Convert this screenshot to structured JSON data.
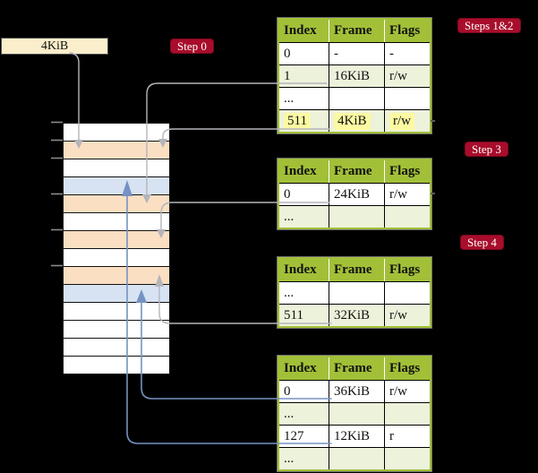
{
  "size_box": {
    "label": "4KiB"
  },
  "badges": {
    "step0": "Step 0",
    "steps12": "Steps 1&2",
    "step3": "Step 3",
    "step4": "Step 4"
  },
  "memory": {
    "rows": [
      "white",
      "orange",
      "white",
      "blue",
      "orange",
      "white",
      "orange",
      "white",
      "orange",
      "blue",
      "white",
      "white",
      "white",
      "white"
    ]
  },
  "colors": {
    "background": "#000000",
    "badge_red": "#A80D2B",
    "header_green": "#A2C037",
    "row_light_green": "#EDF2DB",
    "frame_orange": "#FBDFC2",
    "frame_blue": "#D7E3F2",
    "size_box_cream": "#FBEECB",
    "yellow_highlight": "#FCF9A2",
    "gray_arrow": "#B5B5BC",
    "blue_arrow": "#7592C2"
  },
  "tables": [
    {
      "name": "table-steps-1-2",
      "headers": [
        "Index",
        "Frame",
        "Flags"
      ],
      "rows": [
        [
          "0",
          "-",
          "-"
        ],
        [
          "1",
          "16KiB",
          "r/w"
        ],
        [
          "...",
          "",
          ""
        ],
        [
          "511",
          "4KiB",
          "r/w"
        ]
      ],
      "highlight_row": 3
    },
    {
      "name": "table-step-3",
      "headers": [
        "Index",
        "Frame",
        "Flags"
      ],
      "rows": [
        [
          "0",
          "24KiB",
          "r/w"
        ],
        [
          "...",
          "",
          ""
        ]
      ]
    },
    {
      "name": "table-step-4a",
      "headers": [
        "Index",
        "Frame",
        "Flags"
      ],
      "rows": [
        [
          "...",
          "",
          ""
        ],
        [
          "511",
          "32KiB",
          "r/w"
        ]
      ]
    },
    {
      "name": "table-step-4b",
      "headers": [
        "Index",
        "Frame",
        "Flags"
      ],
      "rows": [
        [
          "0",
          "36KiB",
          "r/w"
        ],
        [
          "...",
          "",
          ""
        ],
        [
          "127",
          "12KiB",
          "r"
        ],
        [
          "...",
          "",
          ""
        ]
      ]
    }
  ]
}
